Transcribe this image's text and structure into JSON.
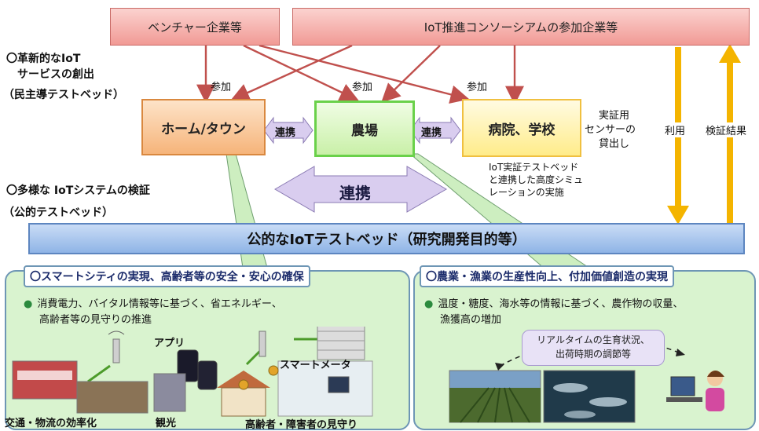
{
  "top": {
    "venture": "ベンチャー企業等",
    "consortium": "IoT推進コンソーシアムの参加企業等"
  },
  "left_notes": {
    "innovative_line1": "〇革新的なIoT",
    "innovative_line2": "　サービスの創出",
    "private_testbed": "（民主導テストベッド）",
    "diverse": "〇多様な IoTシステムの検証",
    "public_testbed": "（公的テストベッド）"
  },
  "participation": [
    "参加",
    "参加",
    "参加"
  ],
  "nodes": {
    "home": "ホーム/タウン",
    "farm": "農場",
    "hospital": "病院、学校"
  },
  "links": {
    "small1": "連携",
    "small2": "連携",
    "big": "連携"
  },
  "sensor_lend": [
    "実証用",
    "センサーの",
    "貸出し"
  ],
  "use_label": "利用",
  "verify_label": "検証結果",
  "simulation_note": [
    "IoT実証テストベッド",
    "と連携した高度シミュ",
    "レーションの実施"
  ],
  "public_bar": "公的なIoTテストベッド（研究開発目的等）",
  "left_panel": {
    "title": "〇スマートシティの実現、高齢者等の安全・安心の確保",
    "bullet_line1": "消費電力、バイタル情報等に基づく、省エネルギー、",
    "bullet_line2": "高齢者等の見守りの推進",
    "app": "アプリ",
    "meter": "スマートメータ",
    "transport": "交通・物流の効率化",
    "tourism": "観光",
    "elderly": "高齢者・障害者の見守り"
  },
  "right_panel": {
    "title": "〇農業・漁業の生産性向上、付加価値創造の実現",
    "bullet_line1": "温度・糖度、海水等の情報に基づく、農作物の収量、",
    "bullet_line2": "漁獲高の増加",
    "bubble_line1": "リアルタイムの生育状況、",
    "bubble_line2": "出荷時期の調節等"
  },
  "colors": {
    "red_box": "#f19a95",
    "home": "#f8c08f",
    "farm": "#d5f4b8",
    "hospital": "#fff1a6",
    "public_bar": "#a7c6ef",
    "arrow_red": "#c0504d",
    "arrow_yellow": "#f4b400"
  }
}
